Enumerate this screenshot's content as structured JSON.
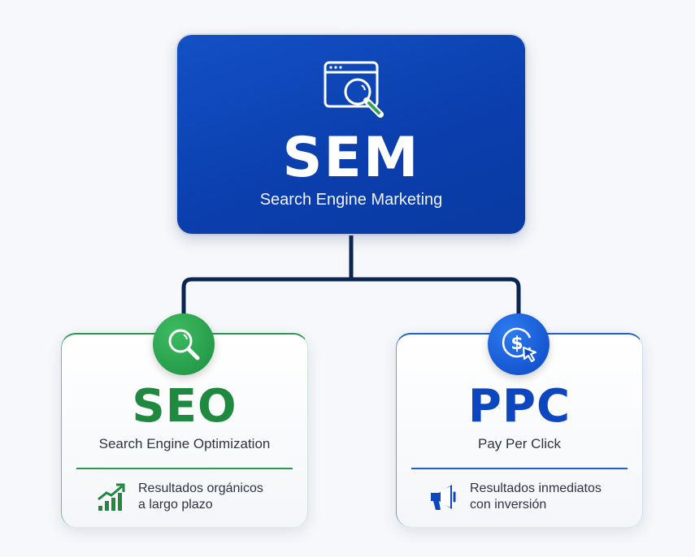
{
  "root": {
    "title": "SEM",
    "subtitle": "Search Engine Marketing",
    "icon": "browser-search-icon",
    "color": "#0b3fae"
  },
  "connector": {
    "color": "#0b2552"
  },
  "children": [
    {
      "title": "SEO",
      "subtitle": "Search Engine Optimization",
      "badge_icon": "magnifier-icon",
      "feature_icon": "growth-chart-icon",
      "feature_line1": "Resultados orgánicos",
      "feature_line2": "a largo plazo",
      "color": "#1f8a3f"
    },
    {
      "title": "PPC",
      "subtitle": "Pay Per Click",
      "badge_icon": "dollar-click-icon",
      "feature_icon": "megaphone-icon",
      "feature_line1": "Resultados inmediatos",
      "feature_line2": "con inversión",
      "color": "#0c47c0"
    }
  ]
}
